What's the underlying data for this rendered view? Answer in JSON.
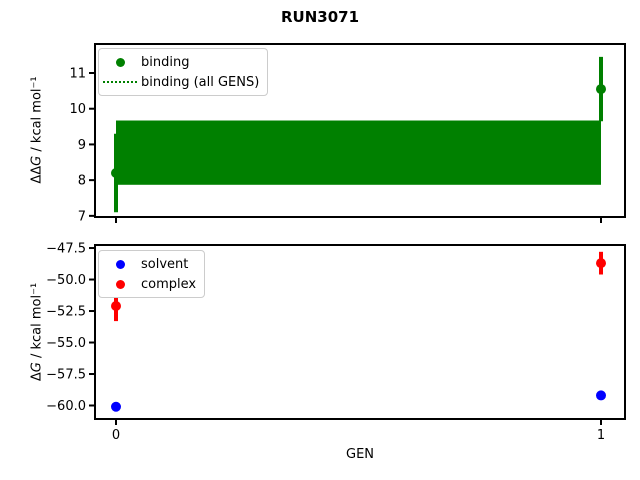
{
  "title": "RUN3071",
  "colors": {
    "binding_green": "#008000",
    "solvent_blue": "#0000ff",
    "complex_red": "#ff0000",
    "spine_black": "#000000",
    "legend_border_gray": "#cccccc"
  },
  "chart_data": [
    {
      "type": "scatter",
      "position": "top",
      "ylabel": "ΔΔG / kcal mol⁻¹",
      "ylabel_parts": {
        "pre": "ΔΔ",
        "g": "G",
        "post": " / kcal mol⁻¹"
      },
      "ylim": [
        6.94,
        11.84
      ],
      "yticks": [
        7,
        8,
        9,
        10,
        11
      ],
      "ytick_labels": [
        "7",
        "8",
        "9",
        "10",
        "11"
      ],
      "xlim": [
        -0.045,
        1.052
      ],
      "xticks": [
        0,
        1
      ],
      "xtick_labels_visible": false,
      "grid": false,
      "legend_position": "upper left",
      "series": [
        {
          "name": "binding",
          "style": "scatter-errorbar",
          "marker": "o",
          "color": "#008000",
          "x": [
            0,
            1
          ],
          "y": [
            8.2,
            10.55
          ],
          "yerr": [
            1.1,
            0.9
          ]
        },
        {
          "name": "binding (all GENS)",
          "style": "dotted-mean-line-with-band",
          "color": "#008000",
          "x": [
            0,
            1
          ],
          "y": [
            8.77,
            8.77
          ],
          "band_low": 7.87,
          "band_high": 9.67
        }
      ]
    },
    {
      "type": "scatter",
      "position": "bottom",
      "xlabel": "GEN",
      "ylabel": "ΔG / kcal mol⁻¹",
      "ylabel_parts": {
        "pre": "Δ",
        "g": "G",
        "post": " / kcal mol⁻¹"
      },
      "ylim": [
        -61.15,
        -47.18
      ],
      "yticks": [
        -60.0,
        -57.5,
        -55.0,
        -52.5,
        -50.0,
        -47.5
      ],
      "ytick_labels": [
        "−60.0",
        "−57.5",
        "−55.0",
        "−52.5",
        "−50.0",
        "−47.5"
      ],
      "xlim": [
        -0.045,
        1.052
      ],
      "xticks": [
        0,
        1
      ],
      "xtick_labels": [
        "0",
        "1"
      ],
      "xtick_labels_visible": true,
      "grid": false,
      "legend_position": "upper left",
      "series": [
        {
          "name": "solvent",
          "style": "scatter-errorbar",
          "marker": "o",
          "color": "#0000ff",
          "x": [
            0,
            1
          ],
          "y": [
            -60.1,
            -59.2
          ],
          "yerr": [
            0.2,
            0.2
          ]
        },
        {
          "name": "complex",
          "style": "scatter-errorbar",
          "marker": "o",
          "color": "#ff0000",
          "x": [
            0,
            1
          ],
          "y": [
            -52.1,
            -48.7
          ],
          "yerr": [
            1.2,
            0.9
          ]
        }
      ]
    }
  ]
}
